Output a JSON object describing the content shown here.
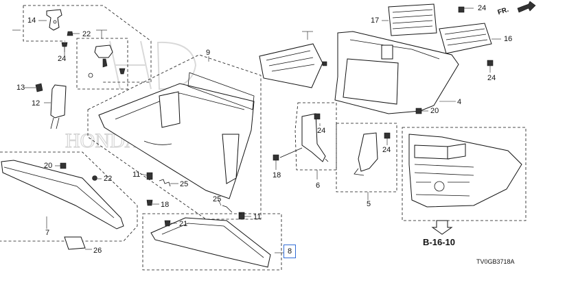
{
  "labels": {
    "p4": "4",
    "p5": "5",
    "p6": "6",
    "p7": "7",
    "p8": "8",
    "p9": "9",
    "p11a": "11",
    "p11b": "11",
    "p12": "12",
    "p13": "13",
    "p14": "14",
    "p16": "16",
    "p17": "17",
    "p18a": "18",
    "p18b": "18",
    "p20a": "20",
    "p20b": "20",
    "p21": "21",
    "p22a": "22",
    "p22b": "22",
    "p24a": "24",
    "p24b": "24",
    "p24c": "24",
    "p24d": "24",
    "p24e": "24",
    "p25a": "25",
    "p25b": "25",
    "p26": "26"
  },
  "reference": "B-16-10",
  "diagram_code": "TV0GB3718A",
  "direction": "FR.",
  "highlight_color": "#2f6bd6"
}
